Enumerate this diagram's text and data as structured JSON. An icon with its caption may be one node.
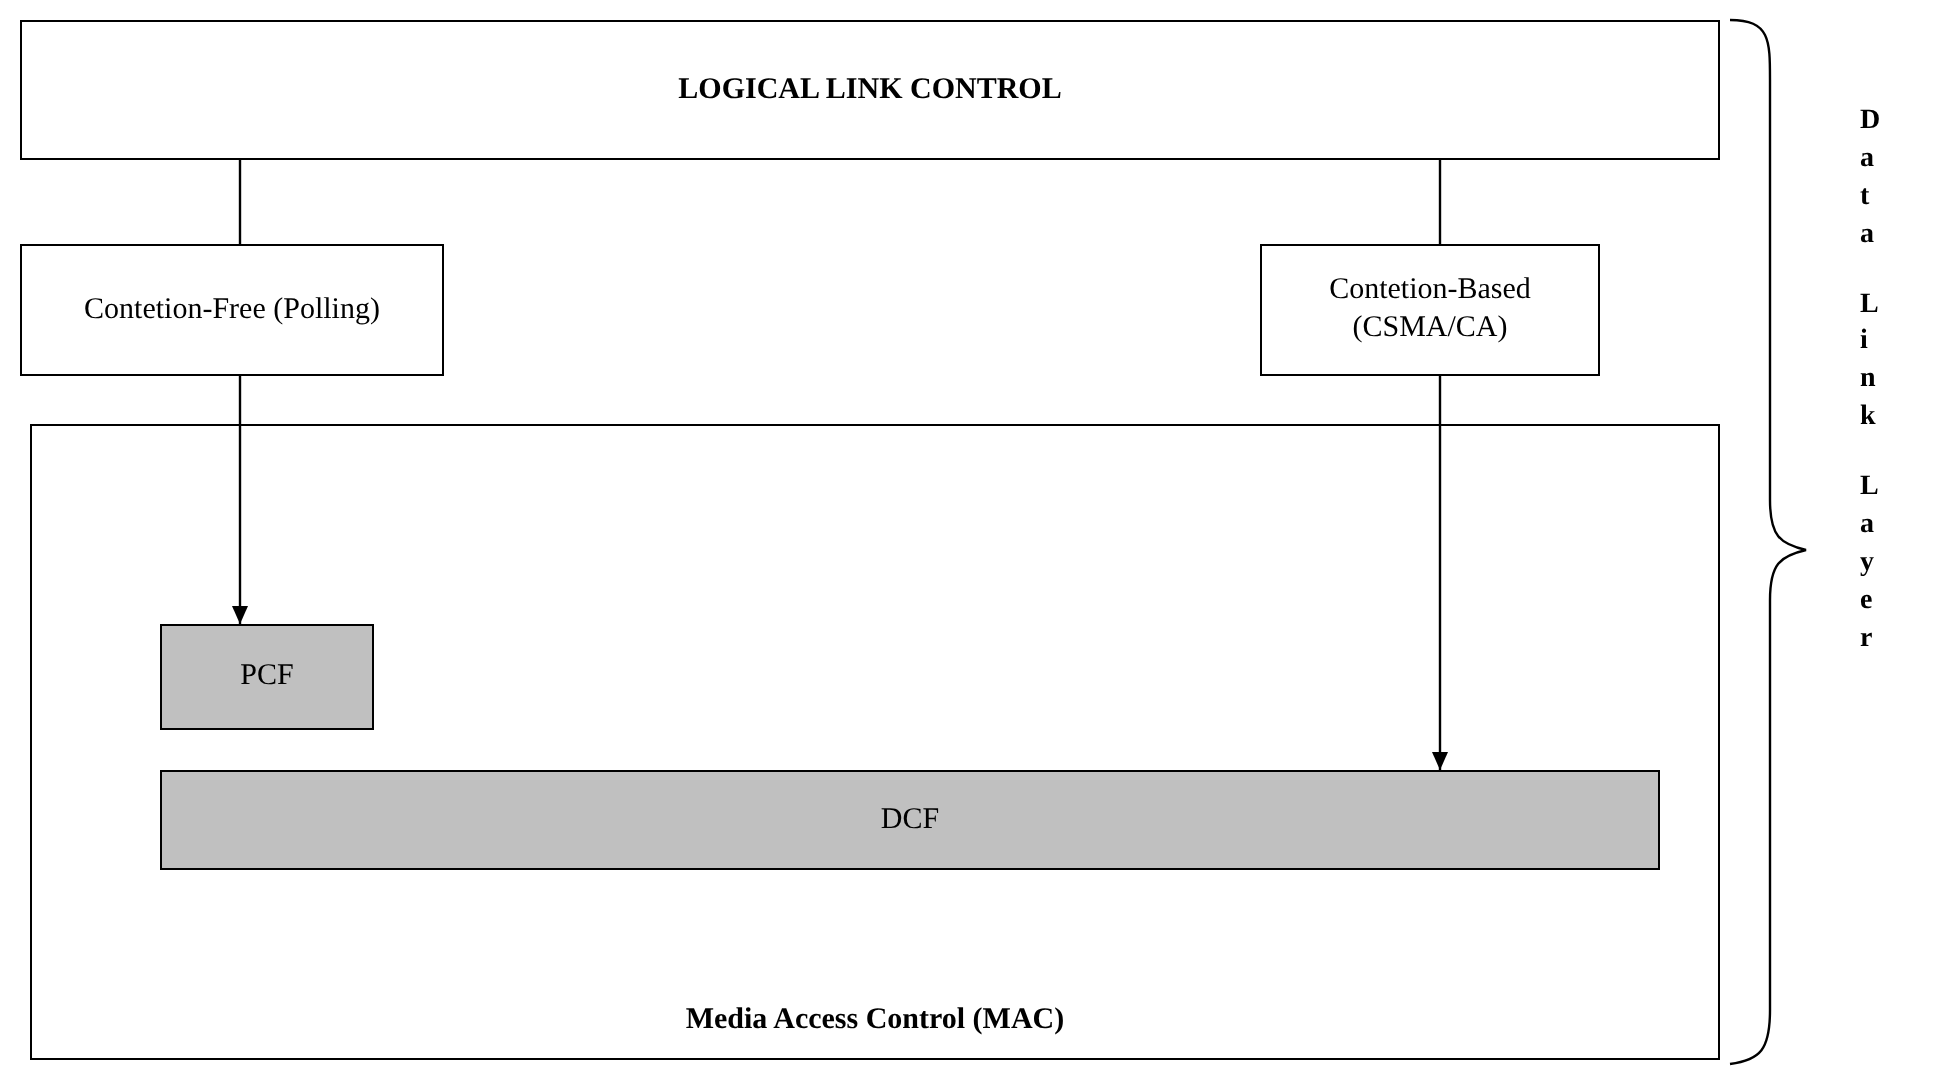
{
  "diagram": {
    "nodes": [
      {
        "text": [
          "LOGICAL LINK CONTROL"
        ]
      },
      {
        "text": [
          "Contetion-Free (Polling)"
        ]
      },
      {
        "text": [
          "Contetion-Based (CSMA/CA)"
        ]
      },
      {
        "text": [
          "Media Access Control (MAC)"
        ]
      },
      {
        "text": [
          "PCF"
        ],
        "in": 3
      },
      {
        "text": [
          "DCF"
        ],
        "in": 3
      }
    ],
    "edges": [
      {
        "from": 0,
        "to": 1,
        "arrow": "none"
      },
      {
        "from": 0,
        "to": 2,
        "arrow": "none"
      },
      {
        "from": 1,
        "to": 4,
        "arrow": "to"
      },
      {
        "from": 2,
        "to": 5,
        "arrow": "to"
      }
    ],
    "labels": [
      "Data",
      "Link",
      "Layer"
    ]
  }
}
